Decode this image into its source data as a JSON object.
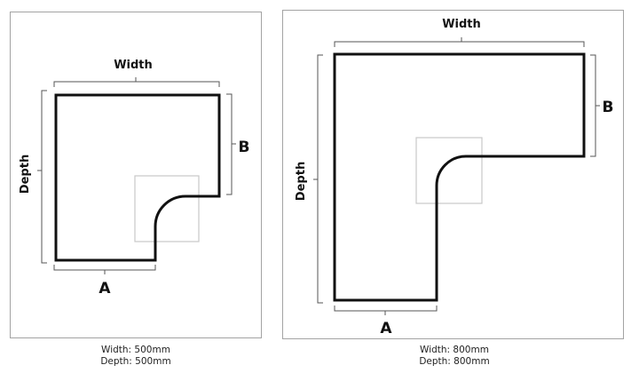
{
  "diagrams": [
    {
      "labels": {
        "width": "Width",
        "depth": "Depth",
        "a": "A",
        "b": "B"
      },
      "caption": {
        "width": "Width: 500mm",
        "depth": "Depth: 500mm"
      }
    },
    {
      "labels": {
        "width": "Width",
        "depth": "Depth",
        "a": "A",
        "b": "B"
      },
      "caption": {
        "width": "Width: 800mm",
        "depth": "Depth: 800mm"
      }
    }
  ],
  "colors": {
    "outline": "#111111",
    "bracket": "#555555",
    "highlight_box": "#c8c8c8",
    "panel_border": "#a3a3a3"
  }
}
